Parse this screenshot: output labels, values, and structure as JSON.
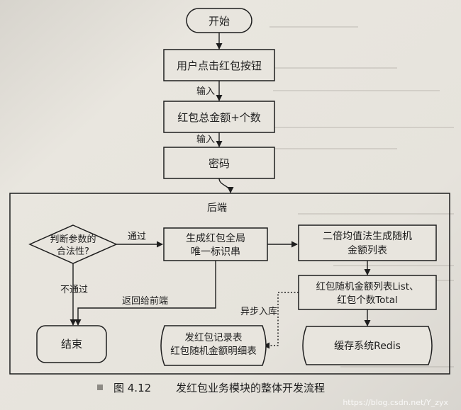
{
  "colors": {
    "paper": "#e6e3dc",
    "paper_edge": "#c9c7c2",
    "ink": "#1e1e1e",
    "faint_text": "#9a968f"
  },
  "nodes": {
    "start": "开始",
    "click": "用户点击红包按钮",
    "amount": "红包总金额+个数",
    "password": "密码",
    "backend": "后端",
    "judge_line1": "判断参数的",
    "judge_line2": "合法性?",
    "generate_line1": "生成红包全局",
    "generate_line2": "唯一标识串",
    "double_mean_line1": "二倍均值法生成随机",
    "double_mean_line2": "金额列表",
    "list_line1": "红包随机金额列表List、",
    "list_line2": "红包个数Total",
    "end": "结束",
    "records_line1": "发红包记录表",
    "records_line2": "红包随机金额明细表",
    "redis": "缓存系统Redis"
  },
  "edges": {
    "input1": "输入",
    "input2": "输入",
    "pass": "通过",
    "fail": "不通过",
    "return_front": "返回给前端",
    "async_store": "异步入库"
  },
  "caption": {
    "figure_no": "图 4.12",
    "title": "发红包业务模块的整体开发流程"
  },
  "watermark": "https://blog.csdn.net/Y_zyx"
}
